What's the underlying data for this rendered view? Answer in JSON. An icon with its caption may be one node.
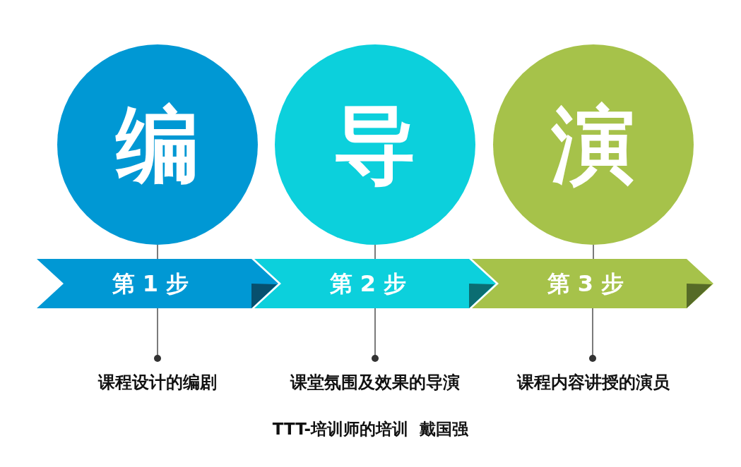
{
  "diagram": {
    "caption": "TTT-培训师的培训  戴国强",
    "nodes": [
      {
        "text": [
          "编"
        ]
      },
      {
        "text": [
          "导"
        ]
      },
      {
        "text": [
          "演"
        ]
      },
      {
        "text": [
          "第 1 步"
        ]
      },
      {
        "text": [
          "第 2 步"
        ]
      },
      {
        "text": [
          "第 3 步"
        ]
      },
      {
        "text": [
          "课程设计的编剧"
        ]
      },
      {
        "text": [
          "课堂氛围及效果的导演"
        ]
      },
      {
        "text": [
          "课程内容讲授的演员"
        ]
      }
    ],
    "edges": [
      {
        "from": 0,
        "to": 3,
        "arrow": "none"
      },
      {
        "from": 1,
        "to": 4,
        "arrow": "none"
      },
      {
        "from": 2,
        "to": 5,
        "arrow": "none"
      },
      {
        "from": 3,
        "to": 6,
        "arrow": "other"
      },
      {
        "from": 4,
        "to": 7,
        "arrow": "other"
      },
      {
        "from": 5,
        "to": 8,
        "arrow": "other"
      }
    ]
  }
}
